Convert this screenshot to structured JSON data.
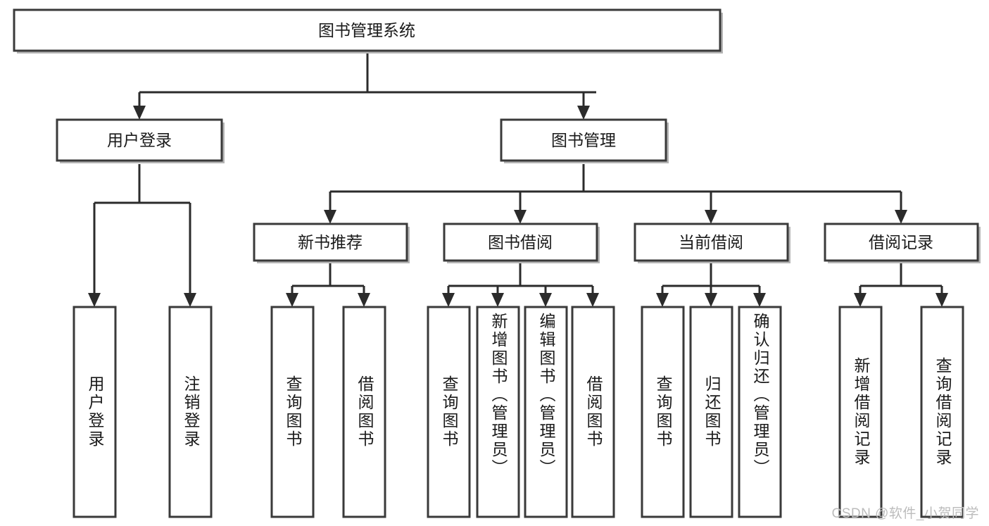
{
  "diagram": {
    "title": "图书管理系统",
    "type": "tree",
    "root": {
      "id": "root",
      "label": "图书管理系统"
    },
    "level2": [
      {
        "id": "user-login",
        "label": "用户登录"
      },
      {
        "id": "book-manage",
        "label": "图书管理"
      }
    ],
    "level3": [
      {
        "id": "new-book-recommend",
        "label": "新书推荐",
        "parent": "book-manage"
      },
      {
        "id": "book-borrow",
        "label": "图书借阅",
        "parent": "book-manage"
      },
      {
        "id": "current-borrow",
        "label": "当前借阅",
        "parent": "book-manage"
      },
      {
        "id": "borrow-record",
        "label": "借阅记录",
        "parent": "book-manage"
      }
    ],
    "leaves": [
      {
        "id": "leaf-user-login",
        "label": "用户登录",
        "parent": "user-login"
      },
      {
        "id": "leaf-logout",
        "label": "注销登录",
        "parent": "user-login"
      },
      {
        "id": "leaf-query-book-1",
        "label": "查询图书",
        "parent": "new-book-recommend"
      },
      {
        "id": "leaf-borrow-book-1",
        "label": "借阅图书",
        "parent": "new-book-recommend"
      },
      {
        "id": "leaf-query-book-2",
        "label": "查询图书",
        "parent": "book-borrow"
      },
      {
        "id": "leaf-add-book",
        "label": "新增图书（管理员）",
        "parent": "book-borrow"
      },
      {
        "id": "leaf-edit-book",
        "label": "编辑图书（管理员）",
        "parent": "book-borrow"
      },
      {
        "id": "leaf-borrow-book-2",
        "label": "借阅图书",
        "parent": "book-borrow"
      },
      {
        "id": "leaf-query-book-3",
        "label": "查询图书",
        "parent": "current-borrow"
      },
      {
        "id": "leaf-return-book",
        "label": "归还图书",
        "parent": "current-borrow"
      },
      {
        "id": "leaf-confirm-return",
        "label": "确认归还（管理员）",
        "parent": "current-borrow"
      },
      {
        "id": "leaf-add-record",
        "label": "新增借阅记录",
        "parent": "borrow-record"
      },
      {
        "id": "leaf-query-record",
        "label": "查询借阅记录",
        "parent": "borrow-record"
      }
    ],
    "colors": {
      "box_fill": "#ffffff",
      "box_stroke": "#3a3a3a",
      "edge": "#2b2b2b",
      "text": "#1a1a1a",
      "shadow": "#b5b5b5",
      "background": "#ffffff"
    }
  },
  "watermark": {
    "text": "CSDN @软件_小贺同学"
  }
}
